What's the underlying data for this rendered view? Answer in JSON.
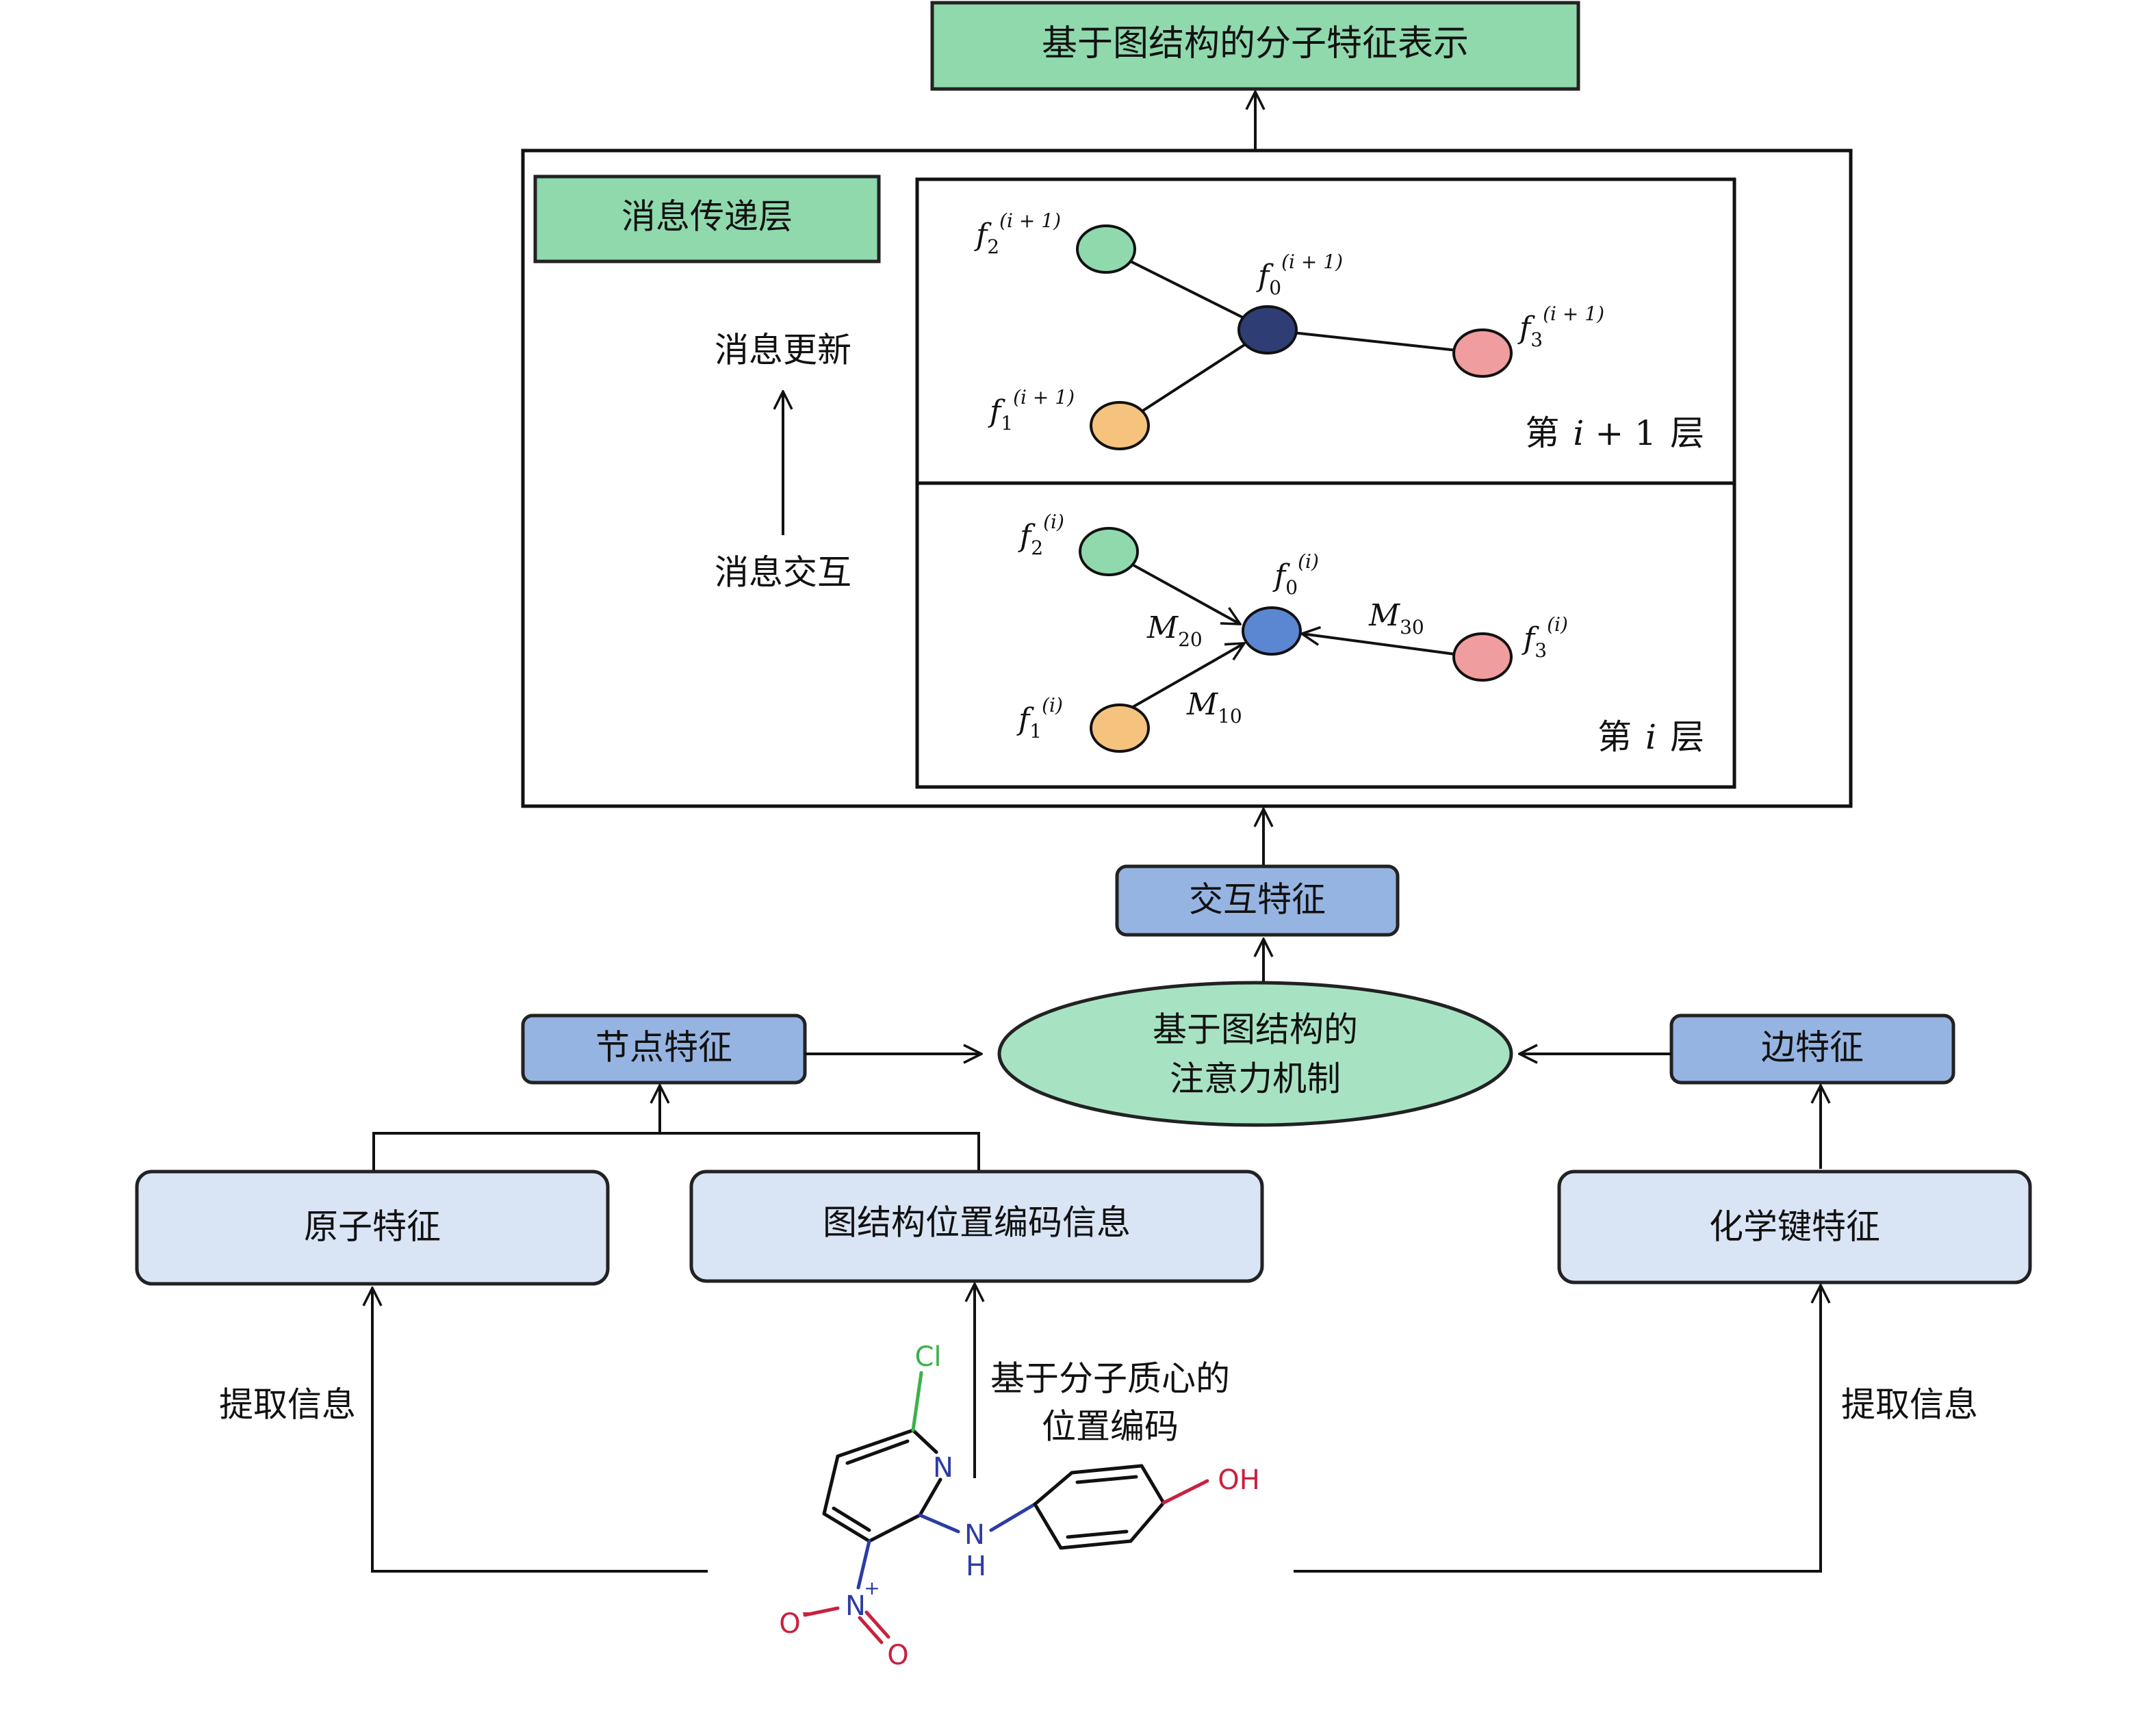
{
  "title": "基于图结构的分子特征表示",
  "message_passing": {
    "title": "消息传递层",
    "update_label": "消息更新",
    "interaction_label": "消息交互"
  },
  "layer_top": {
    "label": "第 i + 1 层",
    "label_prefix": "第",
    "label_mid": "i",
    "label_plus": "+ 1",
    "label_suffix": "层",
    "f_upper": "f",
    "sup": "(i + 1)",
    "nodes": {
      "f0_sub": "0",
      "f1_sub": "1",
      "f2_sub": "2",
      "f3_sub": "3"
    }
  },
  "layer_bottom": {
    "label": "第 i 层",
    "label_prefix": "第",
    "label_mid": "i",
    "label_suffix": "层",
    "sup": "(i)",
    "messages": {
      "m": "M",
      "m20_sub": "20",
      "m10_sub": "10",
      "m30_sub": "30"
    }
  },
  "interaction_features": "交互特征",
  "node_features": "节点特征",
  "edge_features": "边特征",
  "attention": {
    "line1": "基于图结构的",
    "line2": "注意力机制"
  },
  "atom_features": "原子特征",
  "position_encoding_info": "图结构位置编码信息",
  "bond_features": "化学键特征",
  "extract_left": "提取信息",
  "extract_right": "提取信息",
  "centroid_encoding": {
    "line1": "基于分子质心的",
    "line2": "位置编码"
  },
  "molecule": {
    "cl": "Cl",
    "n_ring": "N",
    "nh_n": "N",
    "nh_h": "H",
    "oh": "OH",
    "nitro_n": "N",
    "nitro_plus": "+",
    "o_minus": "O",
    "minus": "−",
    "o_double": "O"
  },
  "colors": {
    "title_fill": "#8fd9ad",
    "feature_box_fill": "#96b4e1",
    "input_box_fill": "#d9e4f5",
    "ellipse_fill": "#a7e3c3",
    "node_green": "#8fd9ad",
    "node_orange": "#f6c37f",
    "node_pink": "#ef9d9f",
    "node_navy": "#2e3e75",
    "node_blue": "#5b86d1",
    "chlorine": "#3cb24a",
    "nitrogen": "#2c3ca3",
    "oxygen": "#c9213f"
  }
}
